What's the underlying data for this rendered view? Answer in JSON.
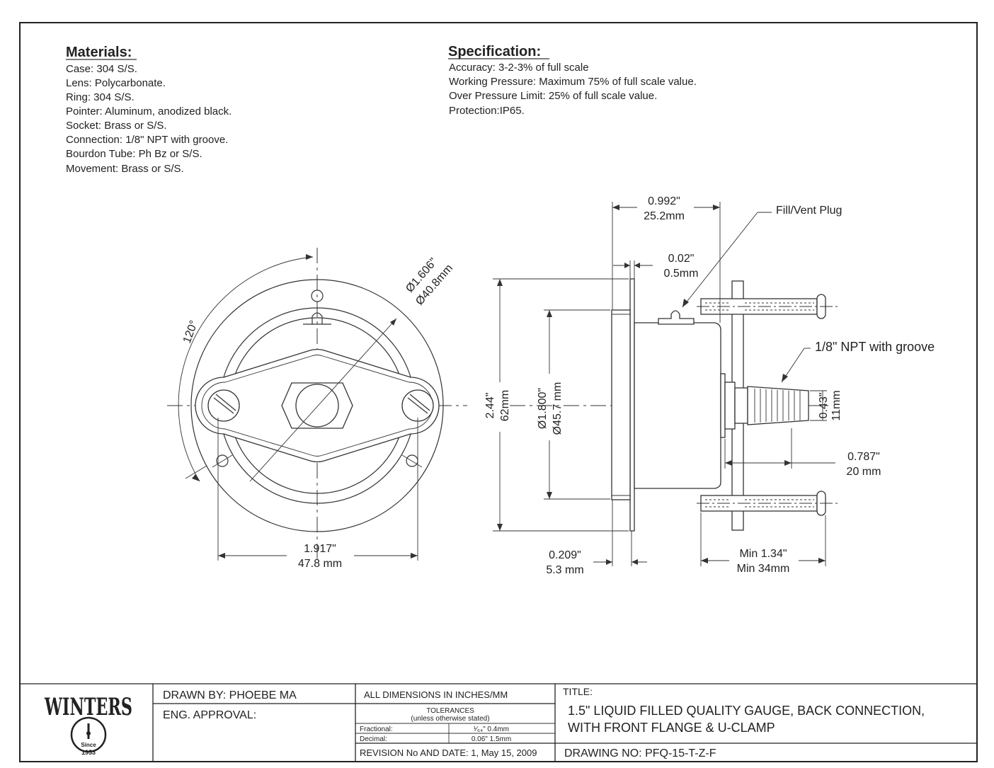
{
  "materials": {
    "heading": "Materials:",
    "lines": [
      "Case: 304 S/S.",
      "Lens: Polycarbonate.",
      "Ring: 304 S/S.",
      "Pointer: Aluminum, anodized black.",
      "Socket: Brass or S/S.",
      "Connection: 1/8\" NPT with groove.",
      "Bourdon Tube: Ph Bz or S/S.",
      "Movement: Brass or S/S."
    ]
  },
  "specification": {
    "heading": "Specification:",
    "lines": [
      "Accuracy: 3-2-3% of full scale",
      "Working Pressure: Maximum 75% of full scale value.",
      "Over Pressure Limit: 25% of full scale value.",
      "Protection:IP65."
    ]
  },
  "front_view": {
    "angle": "120°",
    "dia_in": "Ø1.606\"",
    "dia_mm": "Ø40.8mm",
    "width_in": "1.917\"",
    "width_mm": "47.8 mm"
  },
  "side_view": {
    "depth_in": "0.992\"",
    "depth_mm": "25.2mm",
    "flange_in": "0.02\"",
    "flange_mm": "0.5mm",
    "fill_vent": "Fill/Vent Plug",
    "npt": "1/8\" NPT with groove",
    "height_in": "2.44\"",
    "height_mm": "62mm",
    "case_dia_in": "Ø1.800\"",
    "case_dia_mm": "Ø45.7 mm",
    "thread_in": "0.43\"",
    "thread_mm": "11mm",
    "stem_in": "0.787\"",
    "stem_mm": "20 mm",
    "bezel_in": "0.209\"",
    "bezel_mm": "5.3 mm",
    "clamp_in": "Min 1.34\"",
    "clamp_mm": "Min 34mm"
  },
  "title_block": {
    "logo_text": "WINTERS",
    "logo_since": "Since",
    "logo_year": "1953",
    "drawn_by": "DRAWN BY: PHOEBE MA",
    "eng_approval": "ENG. APPROVAL:",
    "dimensions_note": "ALL DIMENSIONS IN INCHES/MM",
    "tolerances": "TOLERANCES",
    "tolerances_sub": "(unless otherwise stated)",
    "fractional_label": "Fractional:",
    "fractional_value": "¹⁄₆₄\" 0.4mm",
    "decimal_label": "Decimal:",
    "decimal_value": "0.06\" 1.5mm",
    "revision": "REVISION No AND DATE: 1, May 15, 2009",
    "title_label": "TITLE:",
    "title_line1": "1.5\" LIQUID FILLED QUALITY GAUGE, BACK CONNECTION,",
    "title_line2": "WITH FRONT FLANGE & U-CLAMP",
    "drawing_no": "DRAWING NO:  PFQ-15-T-Z-F"
  }
}
